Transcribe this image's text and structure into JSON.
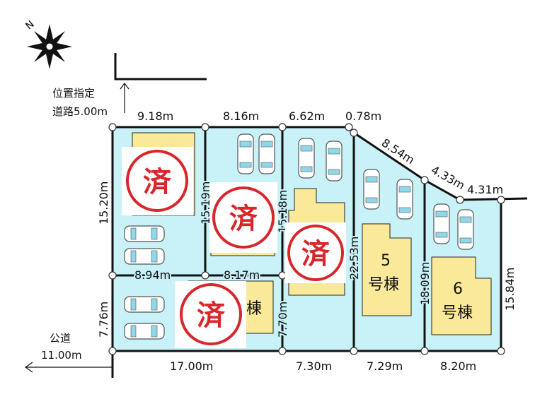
{
  "compass": {
    "north_label": "N"
  },
  "roads": {
    "top_road": {
      "line1": "位置指定",
      "line2": "道路5.00m"
    },
    "left_road": {
      "line1": "公道",
      "line2": "11.00m"
    }
  },
  "dimensions": {
    "top": [
      "9.18m",
      "8.16m",
      "6.62m",
      "0.78m",
      "8.54m",
      "4.33m",
      "4.31m"
    ],
    "middle": [
      "8.94m",
      "8.17m"
    ],
    "bottom": [
      "17.00m",
      "7.30m",
      "7.29m",
      "8.20m"
    ],
    "vertical": [
      "15.20m",
      "15.19m",
      "15.18m",
      "22.53m",
      "18.09m",
      "15.84m",
      "7.76m",
      "7.70m"
    ]
  },
  "buildings": [
    {
      "number": "5",
      "suffix": "号棟"
    },
    {
      "number": "6",
      "suffix": "号棟"
    },
    {
      "partial_label": "棟"
    }
  ],
  "sold_stamp": "済",
  "colors": {
    "lot": "#c9f1f8",
    "building": "#fbe99a",
    "stamp": "#d8262b"
  }
}
